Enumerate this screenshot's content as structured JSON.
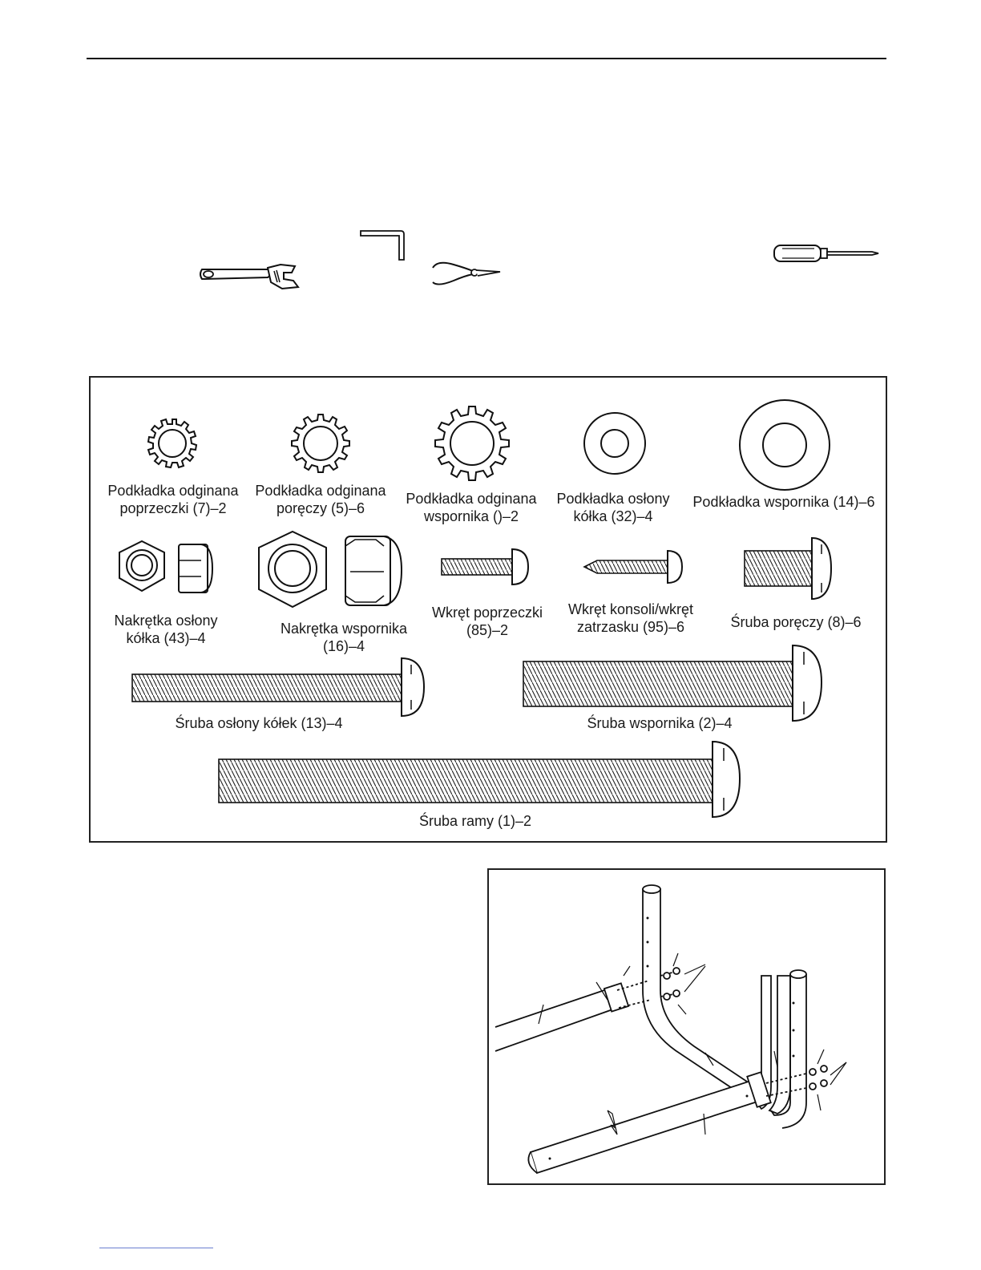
{
  "parts": {
    "washer_crossbar": "Podkładka odginana\npoprzeczki (7)–2",
    "washer_handrail": "Podkładka odginana\nporęczy (5)–6",
    "washer_bracket_star": "Podkładka odginana\nwspornika ()–2",
    "washer_wheel_cover": "Podkładka osłony\nkółka (32)–4",
    "washer_bracket": "Podkładka wspornika (14)–6",
    "nut_wheel_cover": "Nakrętka osłony\nkółka (43)–4",
    "nut_bracket": "Nakrętka wspornika\n(16)–4",
    "screw_crossbar": "Wkręt poprzeczki\n(85)–2",
    "screw_console": "Wkręt konsoli/wkręt\nzatrzasku (95)–6",
    "bolt_handrail": "Śruba poręczy (8)–6",
    "bolt_wheel_covers": "Śruba osłony kółek (13)–4",
    "bolt_bracket": "Śruba wspornika (2)–4",
    "bolt_frame": "Śruba ramy (1)–2"
  }
}
